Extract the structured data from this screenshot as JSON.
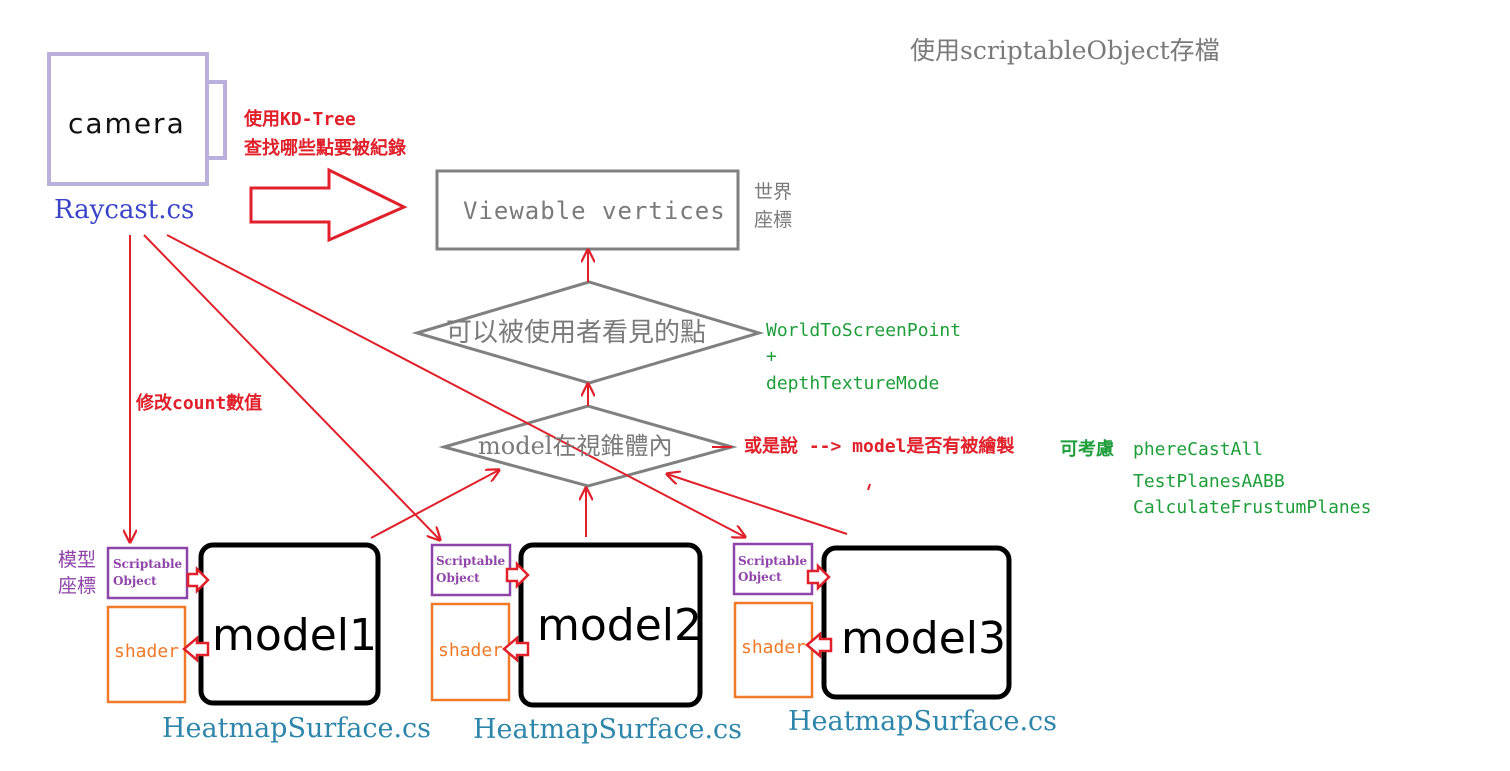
{
  "title": "使用scriptableObject存檔",
  "camera": {
    "label": "camera",
    "script": "Raycast.cs"
  },
  "kdtree_note": {
    "line1": "使用KD-Tree",
    "line2": "查找哪些點要被紀錄"
  },
  "viewable": {
    "label": "Viewable vertices",
    "side_line1": "世界",
    "side_line2": "座標"
  },
  "diamond_visible": {
    "label": "可以被使用者看見的點",
    "methods": [
      "WorldToScreenPoint",
      "+",
      "depthTextureMode"
    ]
  },
  "diamond_frustum": {
    "label": "model在視錐體內",
    "alt_note": "或是說 --> model是否有被繪製",
    "consider_label": "可考慮",
    "consider_items": [
      "phereCastAll",
      "TestPlanesAABB",
      "CalculateFrustumPlanes"
    ]
  },
  "modify_count": "修改count數值",
  "model_coords": {
    "line1": "模型",
    "line2": "座標"
  },
  "models": [
    {
      "name": "model1",
      "so_line1": "Scriptable",
      "so_line2": "Object",
      "shader": "shader",
      "script": "HeatmapSurface.cs"
    },
    {
      "name": "model2",
      "so_line1": "Scriptable",
      "so_line2": "Object",
      "shader": "shader",
      "script": "HeatmapSurface.cs"
    },
    {
      "name": "model3",
      "so_line1": "Scriptable",
      "so_line2": "Object",
      "shader": "shader",
      "script": "HeatmapSurface.cs"
    }
  ],
  "colors": {
    "arrow": "#e0202a",
    "camera_box": "#b9b0dc",
    "diamond": "#808080",
    "scriptable": "#8e44a8",
    "shader": "#f07a28",
    "model_box": "#000000"
  }
}
